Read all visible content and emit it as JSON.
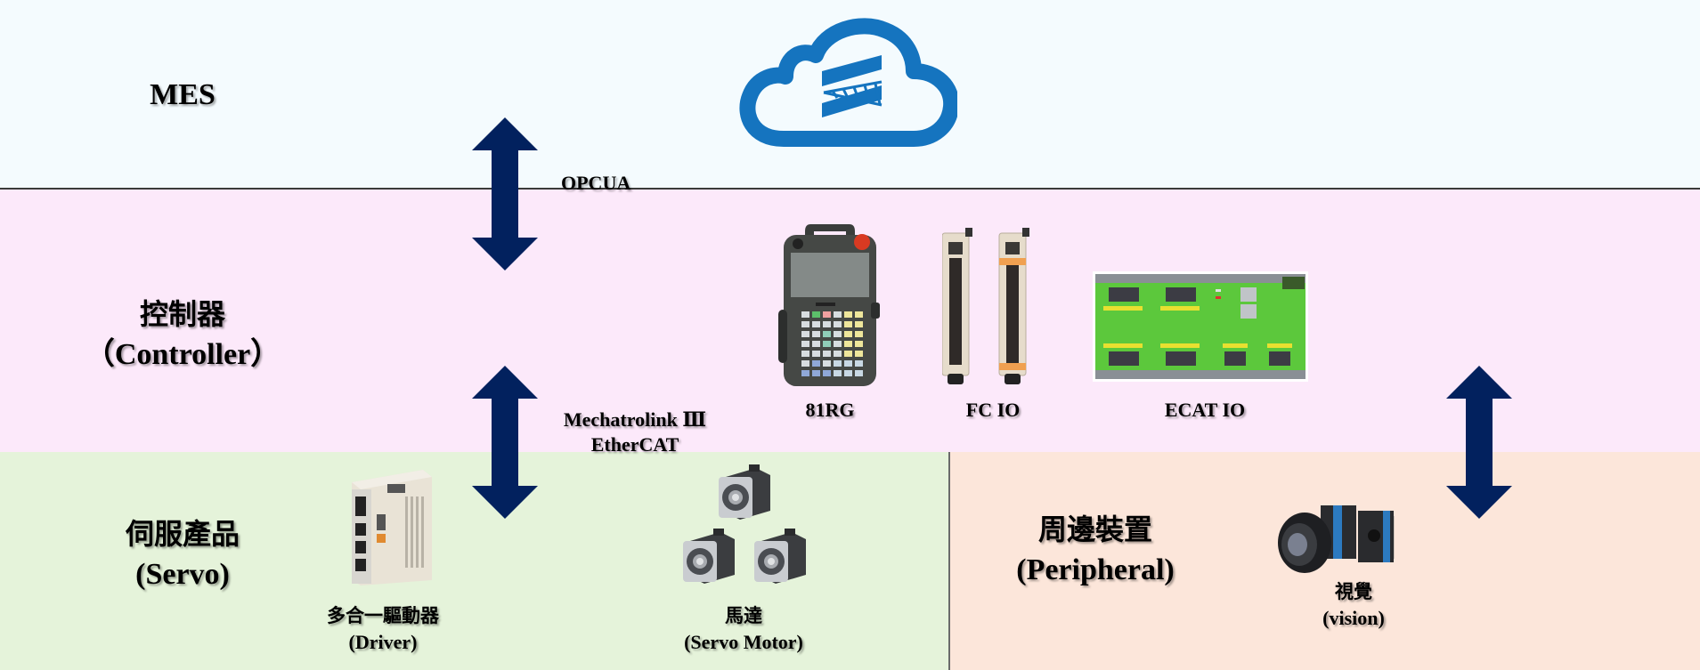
{
  "layers": {
    "mes": {
      "title": "MES"
    },
    "controller": {
      "title_cjk": "控制器",
      "title_en": "（Controller）"
    },
    "servo": {
      "title_cjk": "伺服產品",
      "title_en": "(Servo)"
    },
    "peripheral": {
      "title_cjk": "周邊裝置",
      "title_en": "(Peripheral)"
    }
  },
  "protocols": {
    "mes_controller": "OPCUA",
    "controller_servo_line1": "Mechatrolink Ⅲ",
    "controller_servo_line2": "EtherCAT"
  },
  "devices": {
    "teach_pendant": {
      "label": "81RG",
      "icon": "teach-pendant-icon"
    },
    "fc_io": {
      "label": "FC IO",
      "icon": "io-module-icon"
    },
    "ecat_io": {
      "label": "ECAT IO",
      "icon": "io-board-icon"
    },
    "driver": {
      "label_cjk": "多合一驅動器",
      "label_en": "(Driver)",
      "icon": "servo-driver-icon"
    },
    "motor": {
      "label_cjk": "馬達",
      "label_en": "(Servo Motor)",
      "icon": "servo-motor-icon"
    },
    "vision": {
      "label_cjk": "視覺",
      "label_en": "(vision)",
      "icon": "camera-icon"
    }
  },
  "cloud": {
    "icon": "cloud-logo-icon"
  },
  "colors": {
    "arrow": "#02215e",
    "cloud": "#1574bf",
    "mes_bg": "#f4fbfe",
    "controller_bg": "#fce9fa",
    "servo_bg": "#e5f3da",
    "peripheral_bg": "#fce6da"
  }
}
